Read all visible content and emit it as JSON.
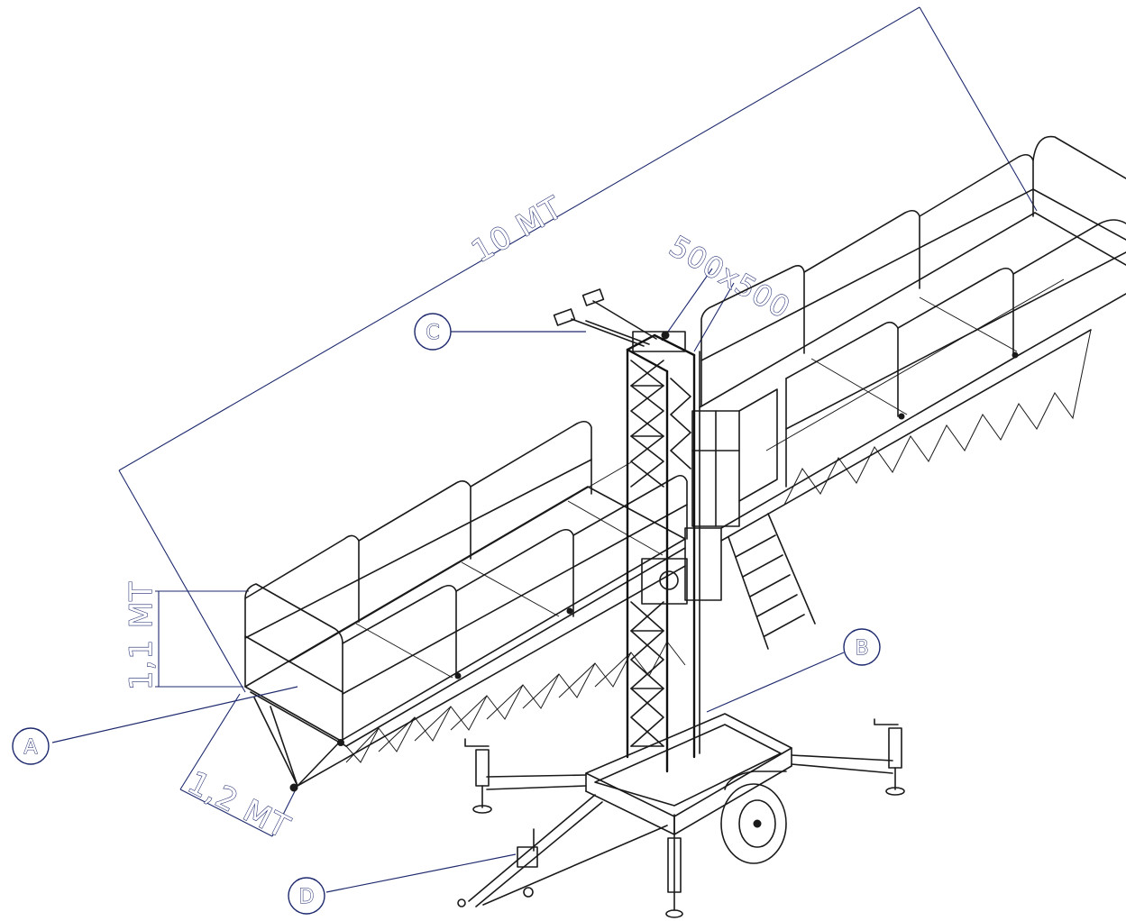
{
  "dimensions": {
    "length": "10 MT",
    "height": "1,1 MT",
    "width": "1,2 MT",
    "mast_section": "500x500"
  },
  "callouts": [
    {
      "label": "A",
      "part": "platform"
    },
    {
      "label": "B",
      "part": "mast"
    },
    {
      "label": "C",
      "part": "mast-head"
    },
    {
      "label": "D",
      "part": "trailer-drawbar"
    }
  ],
  "colors": {
    "line": "#1a1a1a",
    "dimension": "#1e2a6e",
    "background": "#ffffff"
  }
}
